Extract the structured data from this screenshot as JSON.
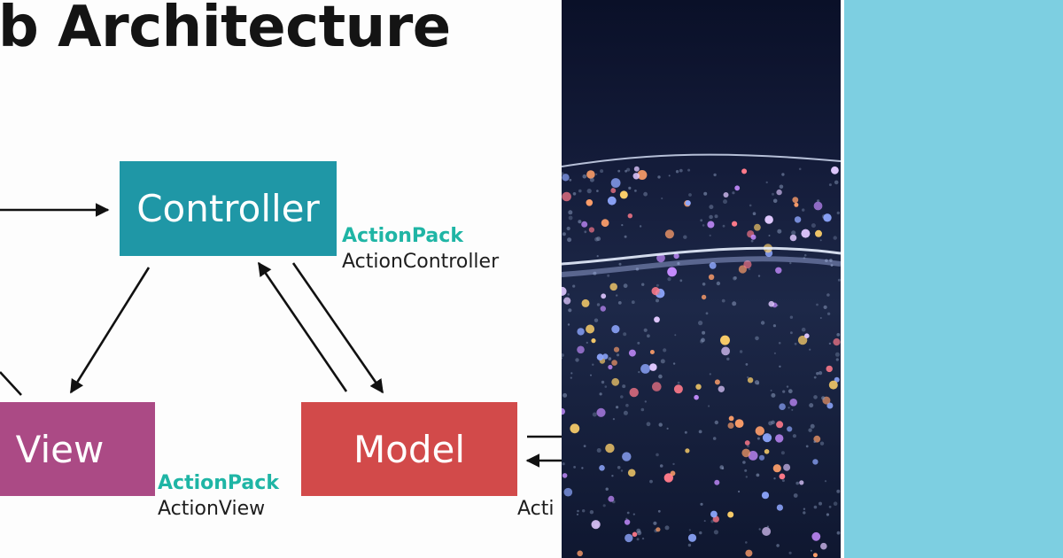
{
  "slide": {
    "title": "b Architecture",
    "nodes": {
      "controller": {
        "label": "Controller",
        "color": "#1f97a6"
      },
      "view": {
        "label": "View",
        "color": "#ab4a85"
      },
      "model": {
        "label": "Model",
        "color": "#d24a4a"
      }
    },
    "labels": {
      "controller": {
        "pack": "ActionPack",
        "component": "ActionController"
      },
      "view": {
        "pack": "ActionPack",
        "component": "ActionView"
      },
      "model": {
        "component": "Acti"
      }
    },
    "accent_color": "#1fb5a5"
  },
  "photo": {
    "description_icon": "digital-particle-wave-icon"
  },
  "panel": {
    "color": "#7dcfe1"
  }
}
